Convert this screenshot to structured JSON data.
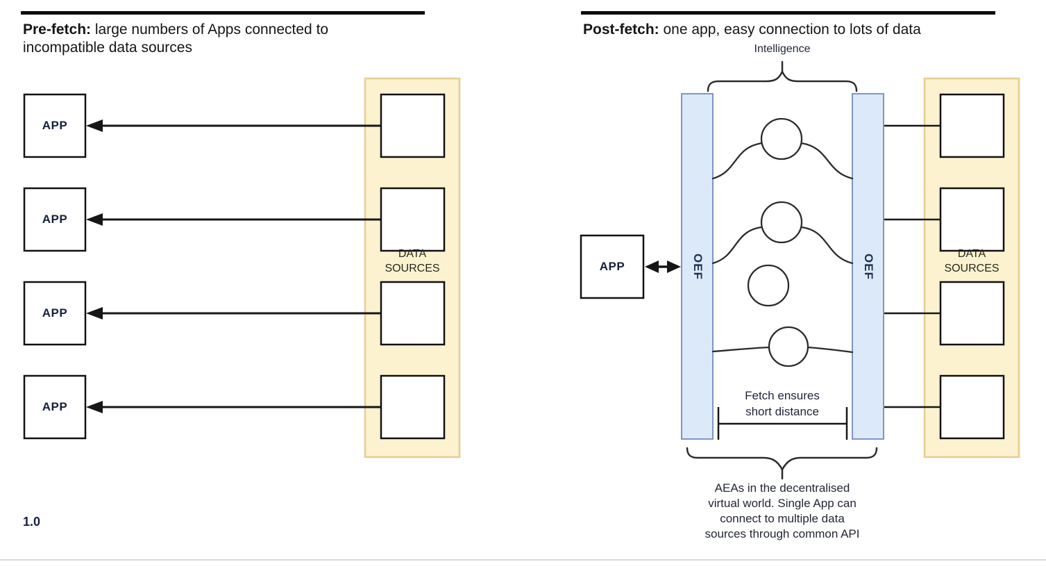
{
  "left_panel": {
    "title_bold": "Pre-fetch:",
    "title_rest": " large numbers of Apps connected to incompatible data sources",
    "app_labels": [
      "APP",
      "APP",
      "APP",
      "APP"
    ],
    "data_sources": {
      "line1": "DATA",
      "line2": "SOURCES"
    },
    "data_source_box_count": 4
  },
  "right_panel": {
    "title_bold": "Post-fetch:",
    "title_rest": " one app, easy connection to lots of data",
    "intelligence_label": "Intelligence",
    "app_label": "APP",
    "oef_labels": [
      "OEF",
      "OEF"
    ],
    "fetch_note": {
      "line1": "Fetch ensures",
      "line2": "short distance"
    },
    "caption_lines": [
      "AEAs in the decentralised",
      "virtual world. Single App can",
      "connect to multiple data",
      "sources through common API"
    ],
    "data_sources": {
      "line1": "DATA",
      "line2": "SOURCES"
    },
    "agent_circle_count": 4,
    "data_source_box_count": 4
  },
  "footer": {
    "version_label": "1.0"
  },
  "colors": {
    "data_sources_fill": "#fcf2cf",
    "data_sources_border": "#e4cd8f",
    "oef_fill": "#dce9f8",
    "oef_border": "#7e95c1",
    "line": "#161616",
    "rule": "#0d0d0d",
    "bottom_divider": "#d9d9d9"
  }
}
